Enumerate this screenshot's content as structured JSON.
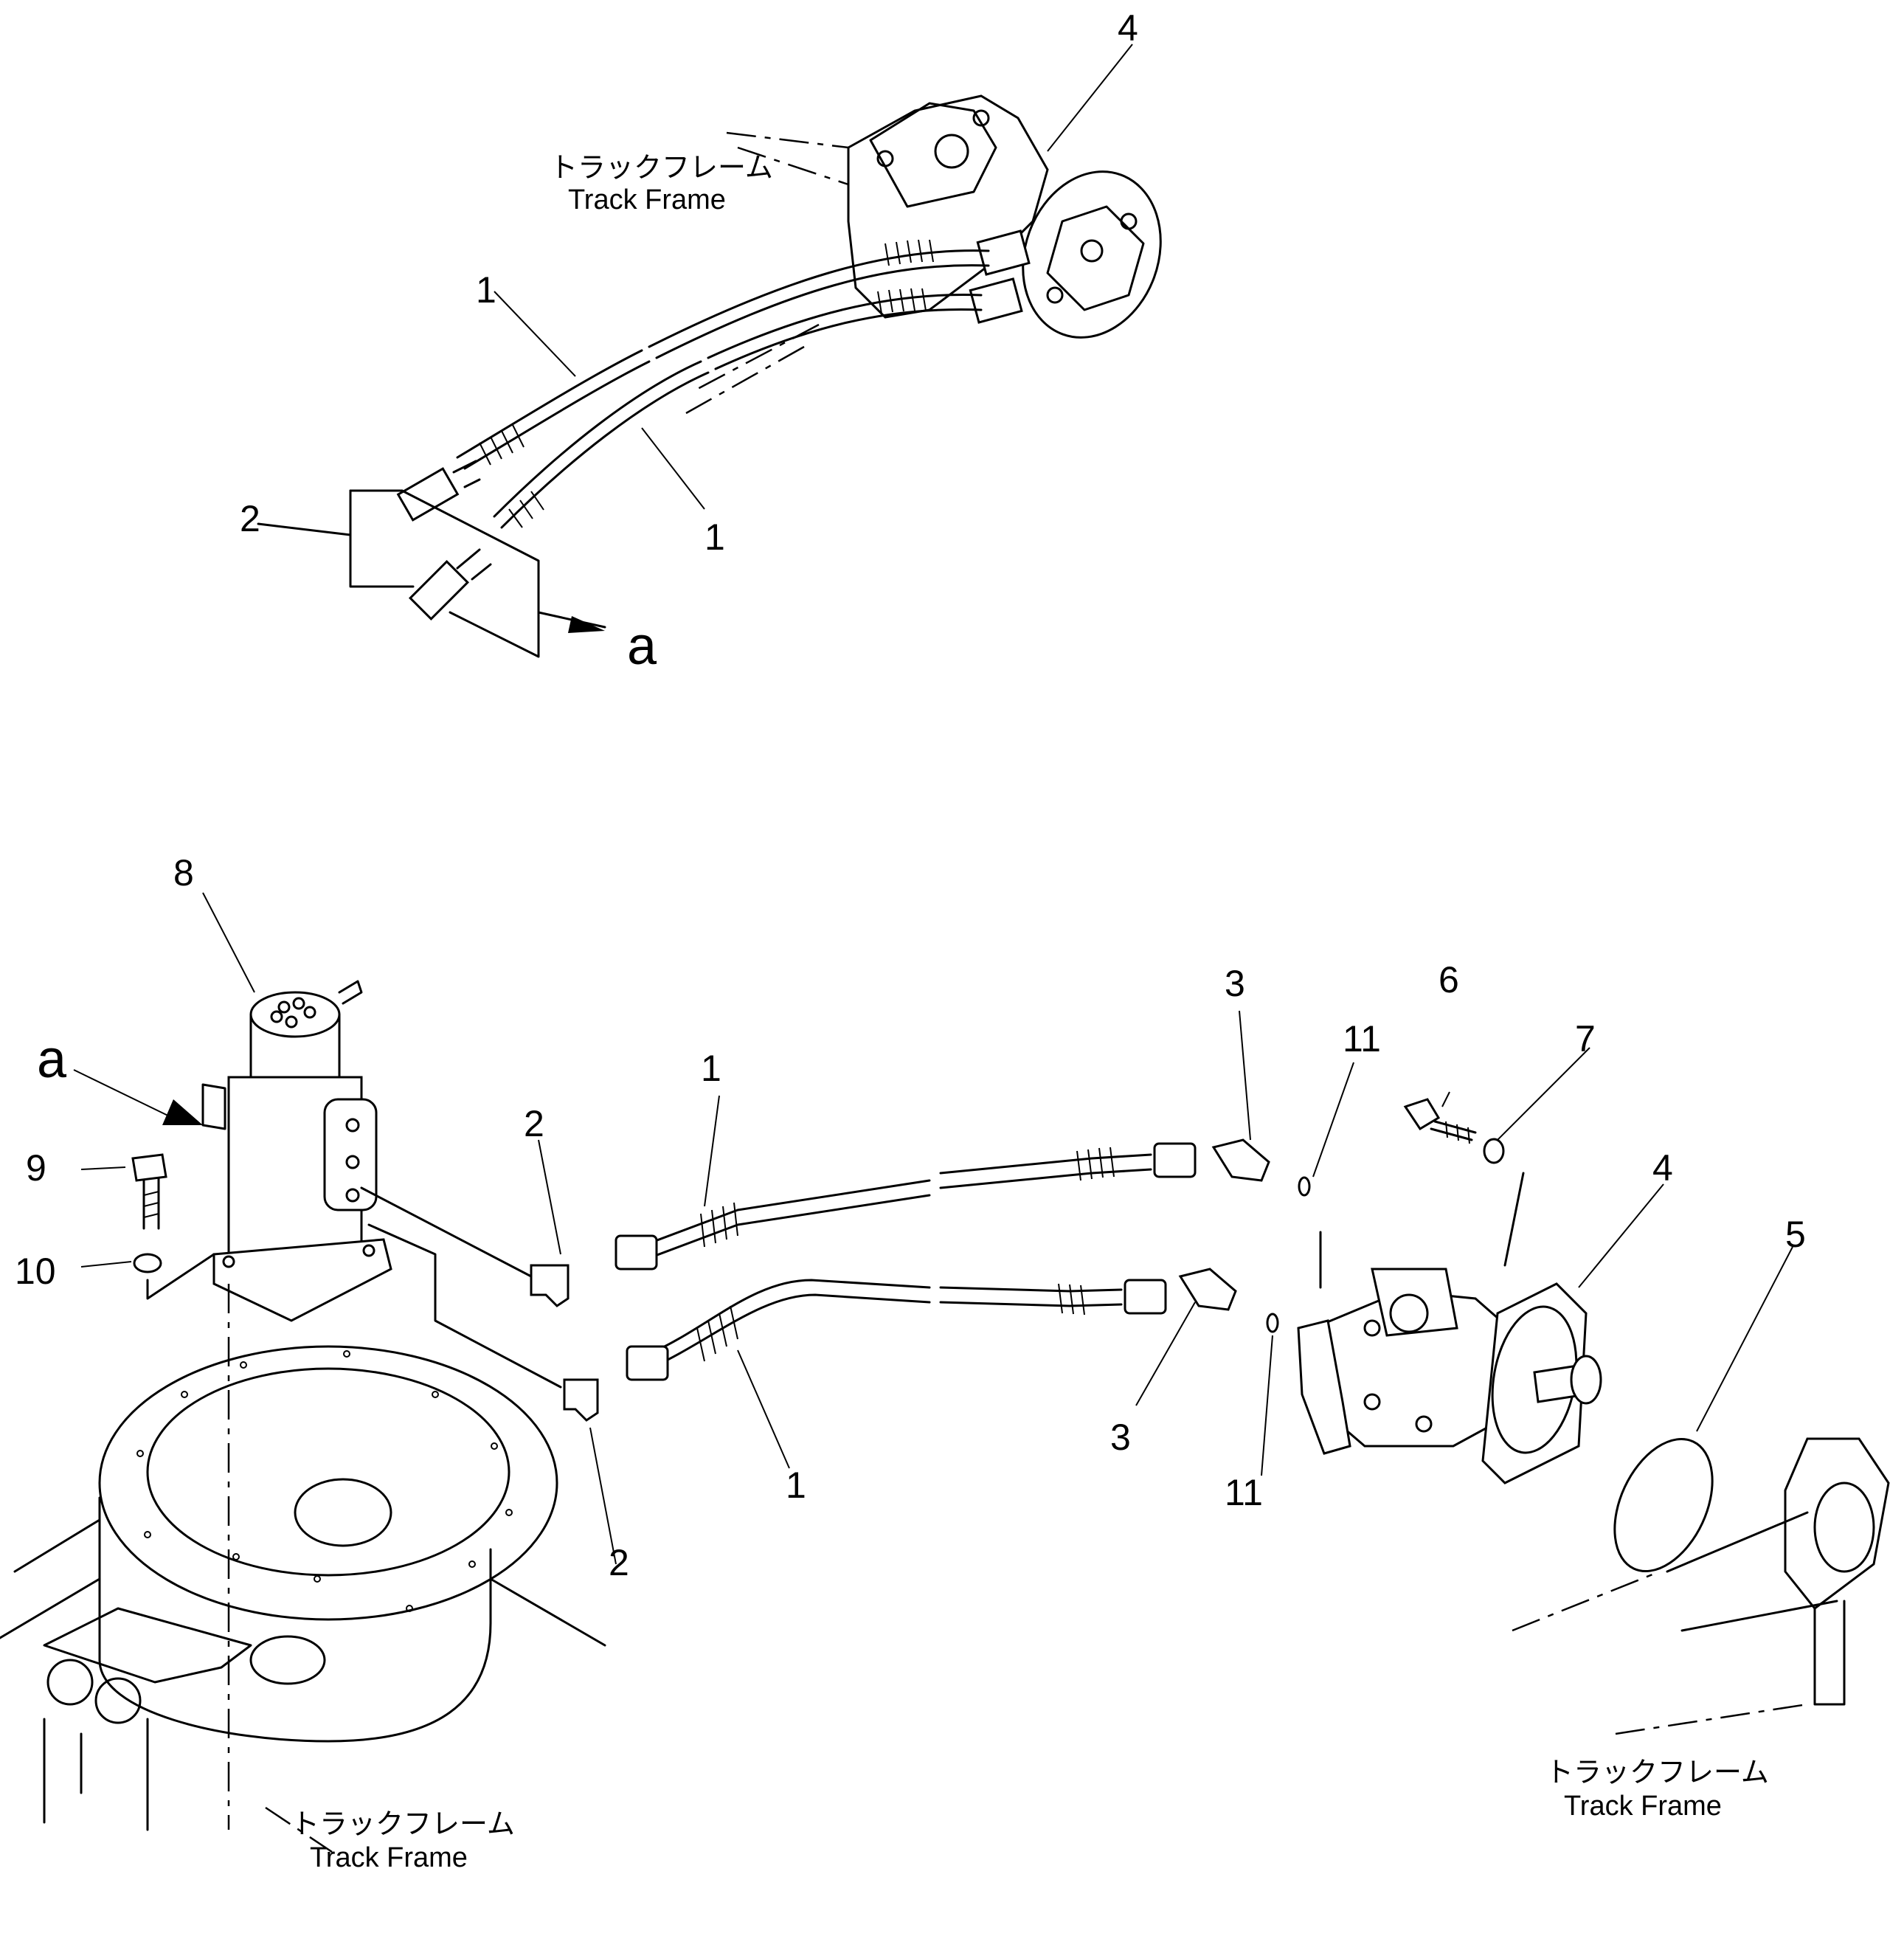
{
  "callouts": {
    "n1": "1",
    "n2": "2",
    "n3": "3",
    "n4": "4",
    "n5": "5",
    "n6": "6",
    "n7": "7",
    "n8": "8",
    "n9": "9",
    "n10": "10",
    "n11": "11"
  },
  "view_marker": "a",
  "track_frame": {
    "jp": "トラックフレーム",
    "en": "Track Frame"
  }
}
